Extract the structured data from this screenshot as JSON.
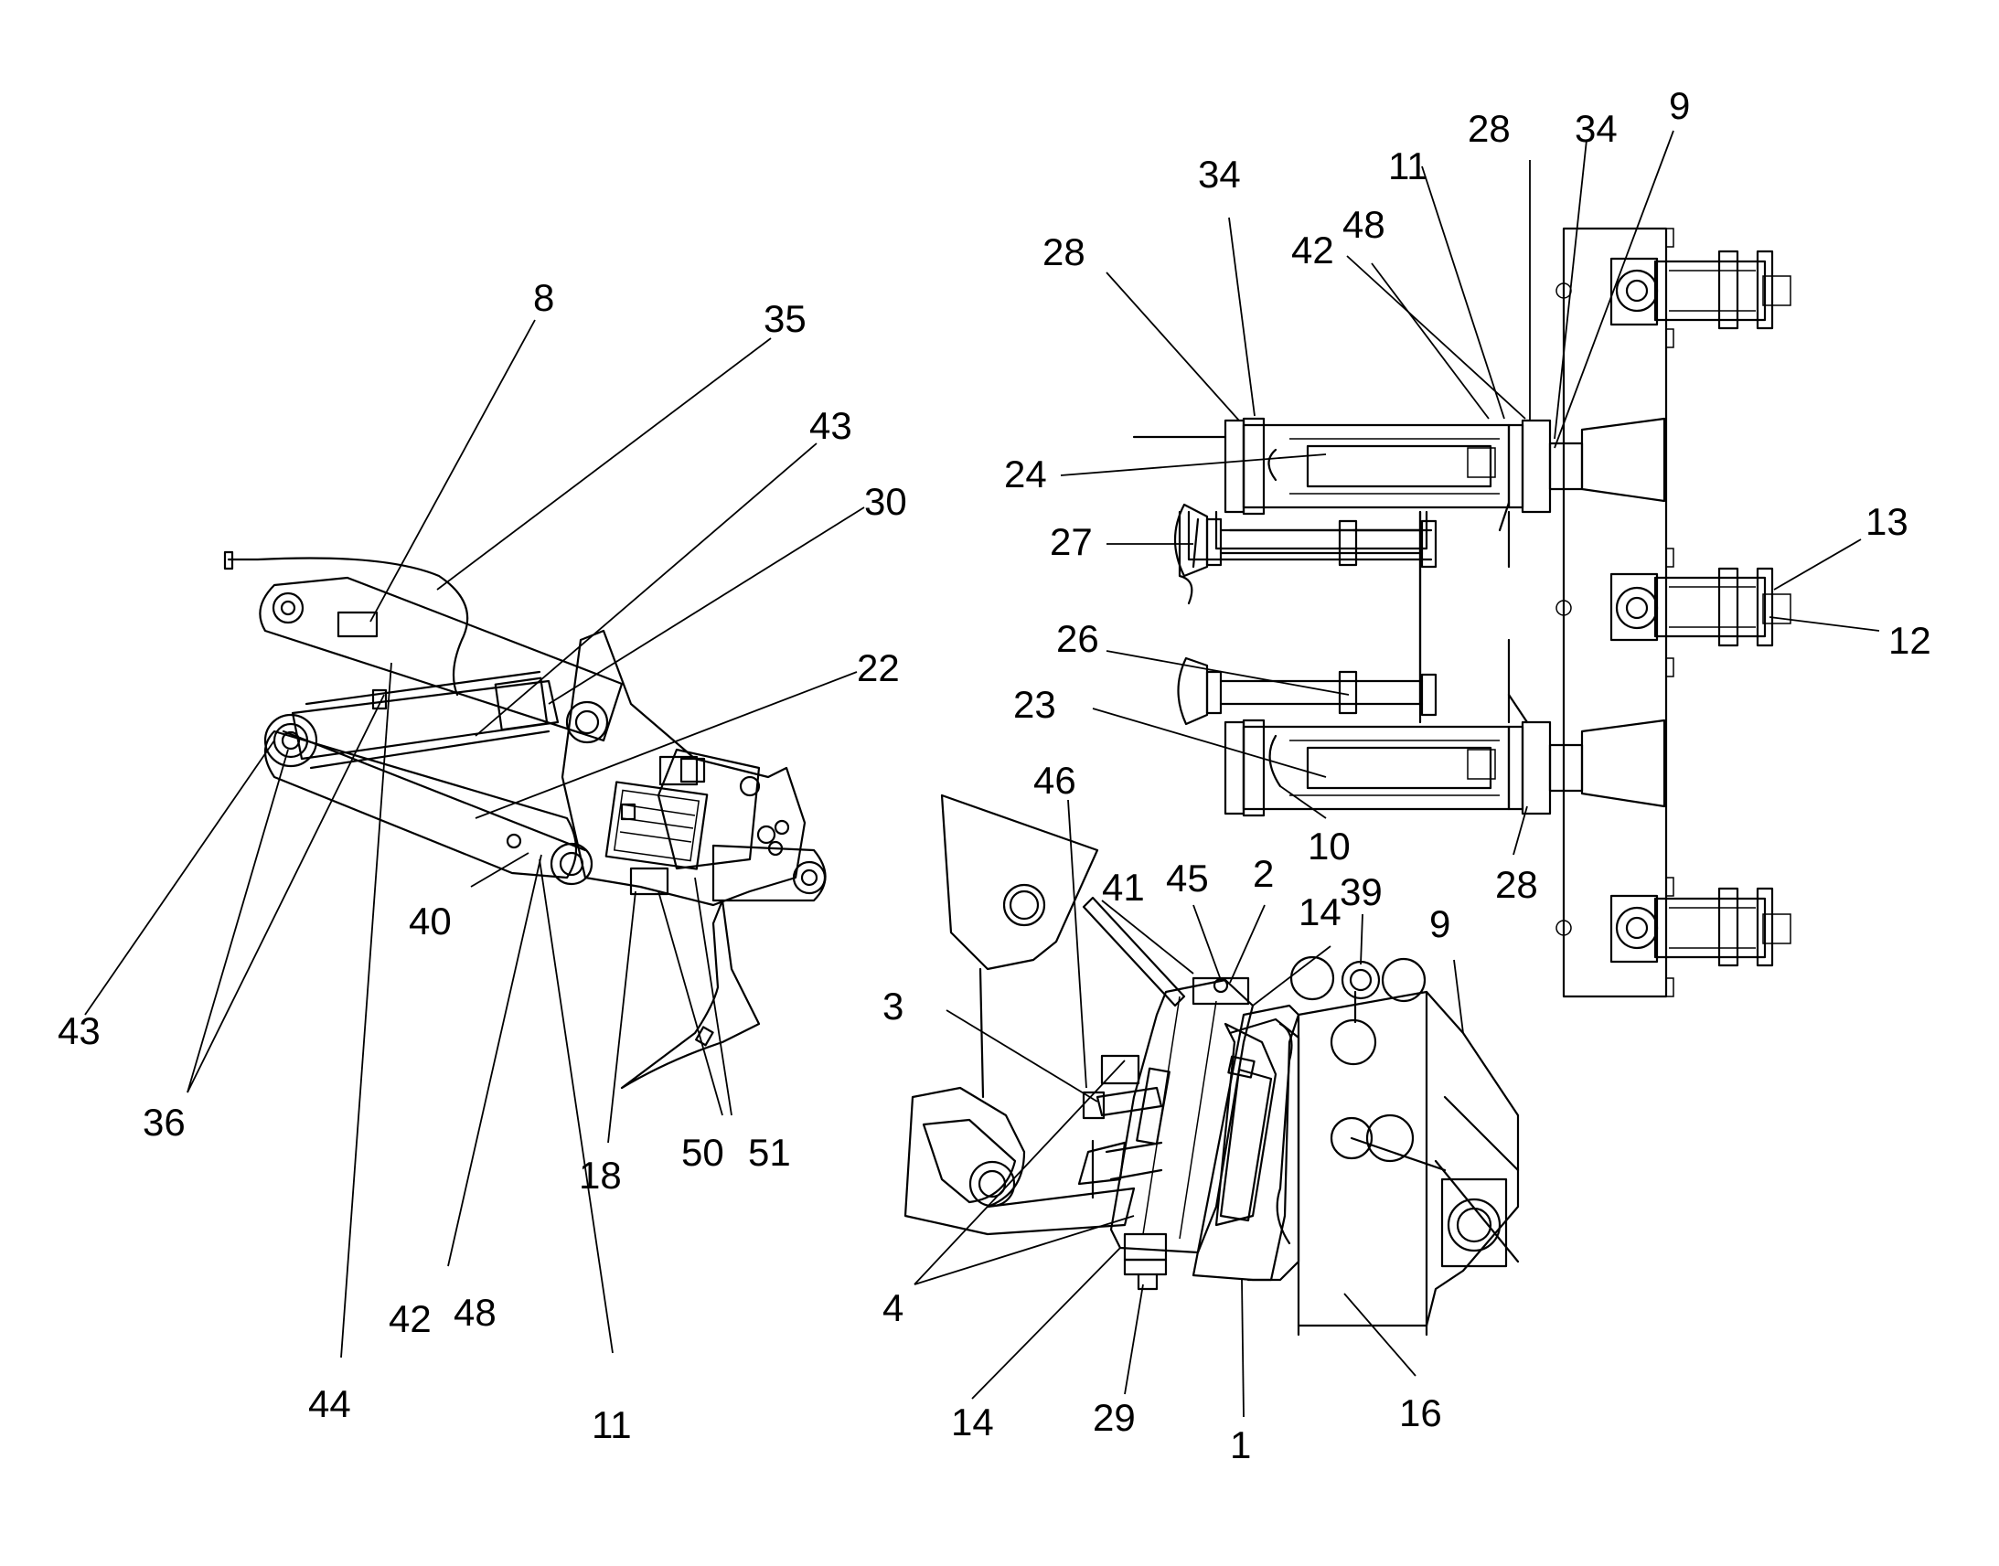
{
  "labels": {
    "l8": "8",
    "l35": "35",
    "l43a": "43",
    "l30": "30",
    "l22": "22",
    "l43b": "43",
    "l36": "36",
    "l44": "44",
    "l42a": "42",
    "l48a": "48",
    "l11a": "11",
    "l40": "40",
    "l18": "18",
    "l50": "50",
    "l51": "51",
    "l34a": "34",
    "l28a": "28",
    "l24": "24",
    "l27": "27",
    "l26": "26",
    "l23": "23",
    "l11b": "11",
    "l42b": "42",
    "l48b": "48",
    "l28b": "28",
    "l34b": "34",
    "l9a": "9",
    "l13": "13",
    "l12": "12",
    "l10": "10",
    "l28c": "28",
    "l46": "46",
    "l41": "41",
    "l45": "45",
    "l2": "2",
    "l14a": "14",
    "l39": "39",
    "l9b": "9",
    "l3": "3",
    "l4": "4",
    "l14b": "14",
    "l29": "29",
    "l1": "1",
    "l16": "16"
  }
}
